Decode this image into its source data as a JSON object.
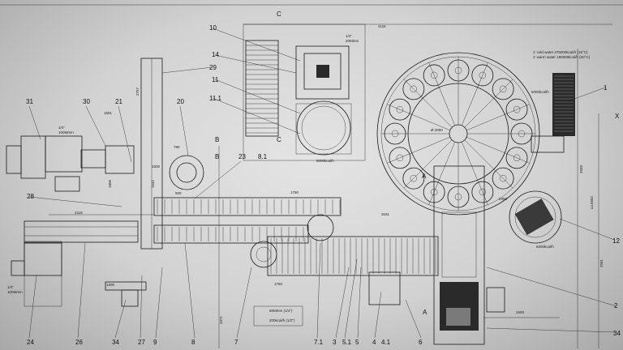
{
  "labels": {
    "l1": "1",
    "l2": "2",
    "l3": "3",
    "l4": "4",
    "l4_1": "4.1",
    "l5": "5",
    "l5_1": "5.1",
    "l6": "6",
    "l7": "7",
    "l7_1": "7.1",
    "l8": "8",
    "l8_1": "8.1",
    "l9": "9",
    "l10": "10",
    "l11": "11",
    "l11_1": "11.1",
    "l12": "12",
    "l14": "14",
    "l20": "20",
    "l21": "21",
    "l23": "23",
    "l24": "24",
    "l26": "26",
    "l27": "27",
    "l28": "28",
    "l29": "29",
    "l30": "30",
    "l31": "31",
    "l34a": "34",
    "l34b": "34"
  },
  "section_marks": {
    "x": "X",
    "a1": "A",
    "a2": "A",
    "b1": "B",
    "b2": "B",
    "c1": "C",
    "c2": "C"
  },
  "notes": {
    "cold_water": "1' cold water 275000kcal/h (15°C)",
    "warm_water": "1' warm water 180000kcal/h (60°C)",
    "pipe_a": "1/4\"",
    "pipe_a2": "20M/em",
    "pipe_b": "1/4\"",
    "pipe_b2": "100M/em",
    "pipe_c": "1/4\"",
    "pipe_c2": "100M/em",
    "gas_a": "50M/em (1/4\")",
    "gas_b": "200kcal/h (1/2\")",
    "heat_1": "5000kcal/h",
    "heat_2": "5000kcal/h",
    "heat_3": "5000kcal/h"
  },
  "dims": {
    "d4115": "4115",
    "d1501": "1501",
    "d2118": "2118",
    "d1750a": "1750",
    "d1750b": "1750",
    "d3161": "3161",
    "d2350": "2350",
    "d2550": "2550",
    "d2581": "2581",
    "d5662": "ca.5662",
    "d1600": "1600",
    "d1200": "1200",
    "d2800": "Ø 2800",
    "d7800": "780",
    "d500": "500",
    "d1542": "1542",
    "d1500": "1500",
    "d2757": "2757",
    "d4371": "4371",
    "d1806": "1806"
  }
}
